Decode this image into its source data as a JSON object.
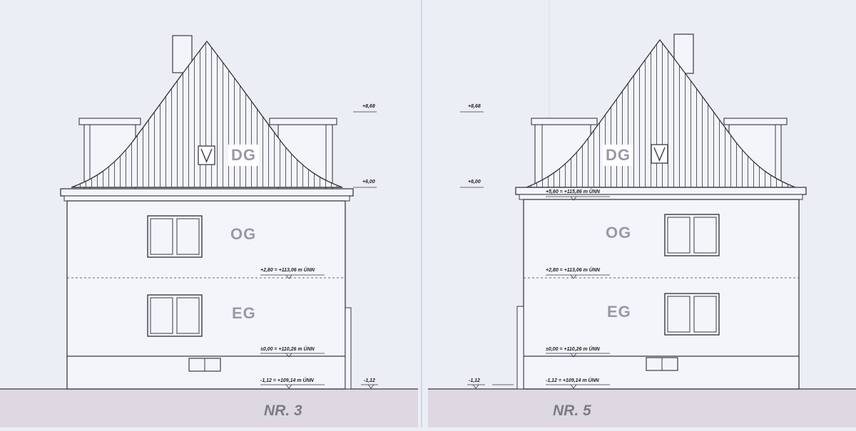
{
  "house_left": {
    "label": "NR. 3",
    "floors": {
      "dg": "DG",
      "og": "OG",
      "eg": "EG"
    },
    "elevations": {
      "ridge": "+8,68",
      "eaves": "+6,00",
      "upper_floor": "+2,80 = +113,06 m ÜNN",
      "ground_floor": "±0,00 = +110,26 m ÜNN",
      "cellar": "-1,12 = +109,14 m ÜNN",
      "terrain": "-1,12"
    }
  },
  "house_right": {
    "label": "NR. 5",
    "floors": {
      "dg": "DG",
      "og": "OG",
      "eg": "EG"
    },
    "elevations": {
      "ridge": "+8,68",
      "eaves": "+6,00",
      "attic_floor": "+5,60 = +115,86 m ÜNN",
      "upper_floor": "+2,80 = +113,06 m ÜNN",
      "ground_floor": "±0,00 = +110,26 m ÜNN",
      "cellar": "-1,12 = +109,14 m ÜNN",
      "terrain": "-1,12"
    }
  },
  "colors": {
    "paper": "#eceef6",
    "ground": "#ddd8e2",
    "line": "#3a3a44",
    "floor_label": "#9a98a6",
    "house_number": "#7d7c84"
  }
}
